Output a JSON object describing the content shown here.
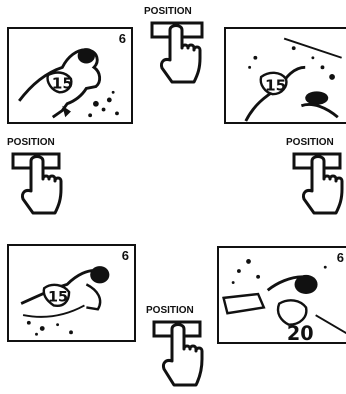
{
  "panels": [
    {
      "number": "6",
      "name": "panel-top-left"
    },
    {
      "number": "",
      "name": "panel-top-right"
    },
    {
      "number": "6",
      "name": "panel-bottom-left"
    },
    {
      "number": "6",
      "name": "panel-bottom-right"
    }
  ],
  "buttons": [
    {
      "label": "POSITION"
    },
    {
      "label": "POSITION"
    },
    {
      "label": "POSITION"
    },
    {
      "label": "POSITION"
    }
  ]
}
